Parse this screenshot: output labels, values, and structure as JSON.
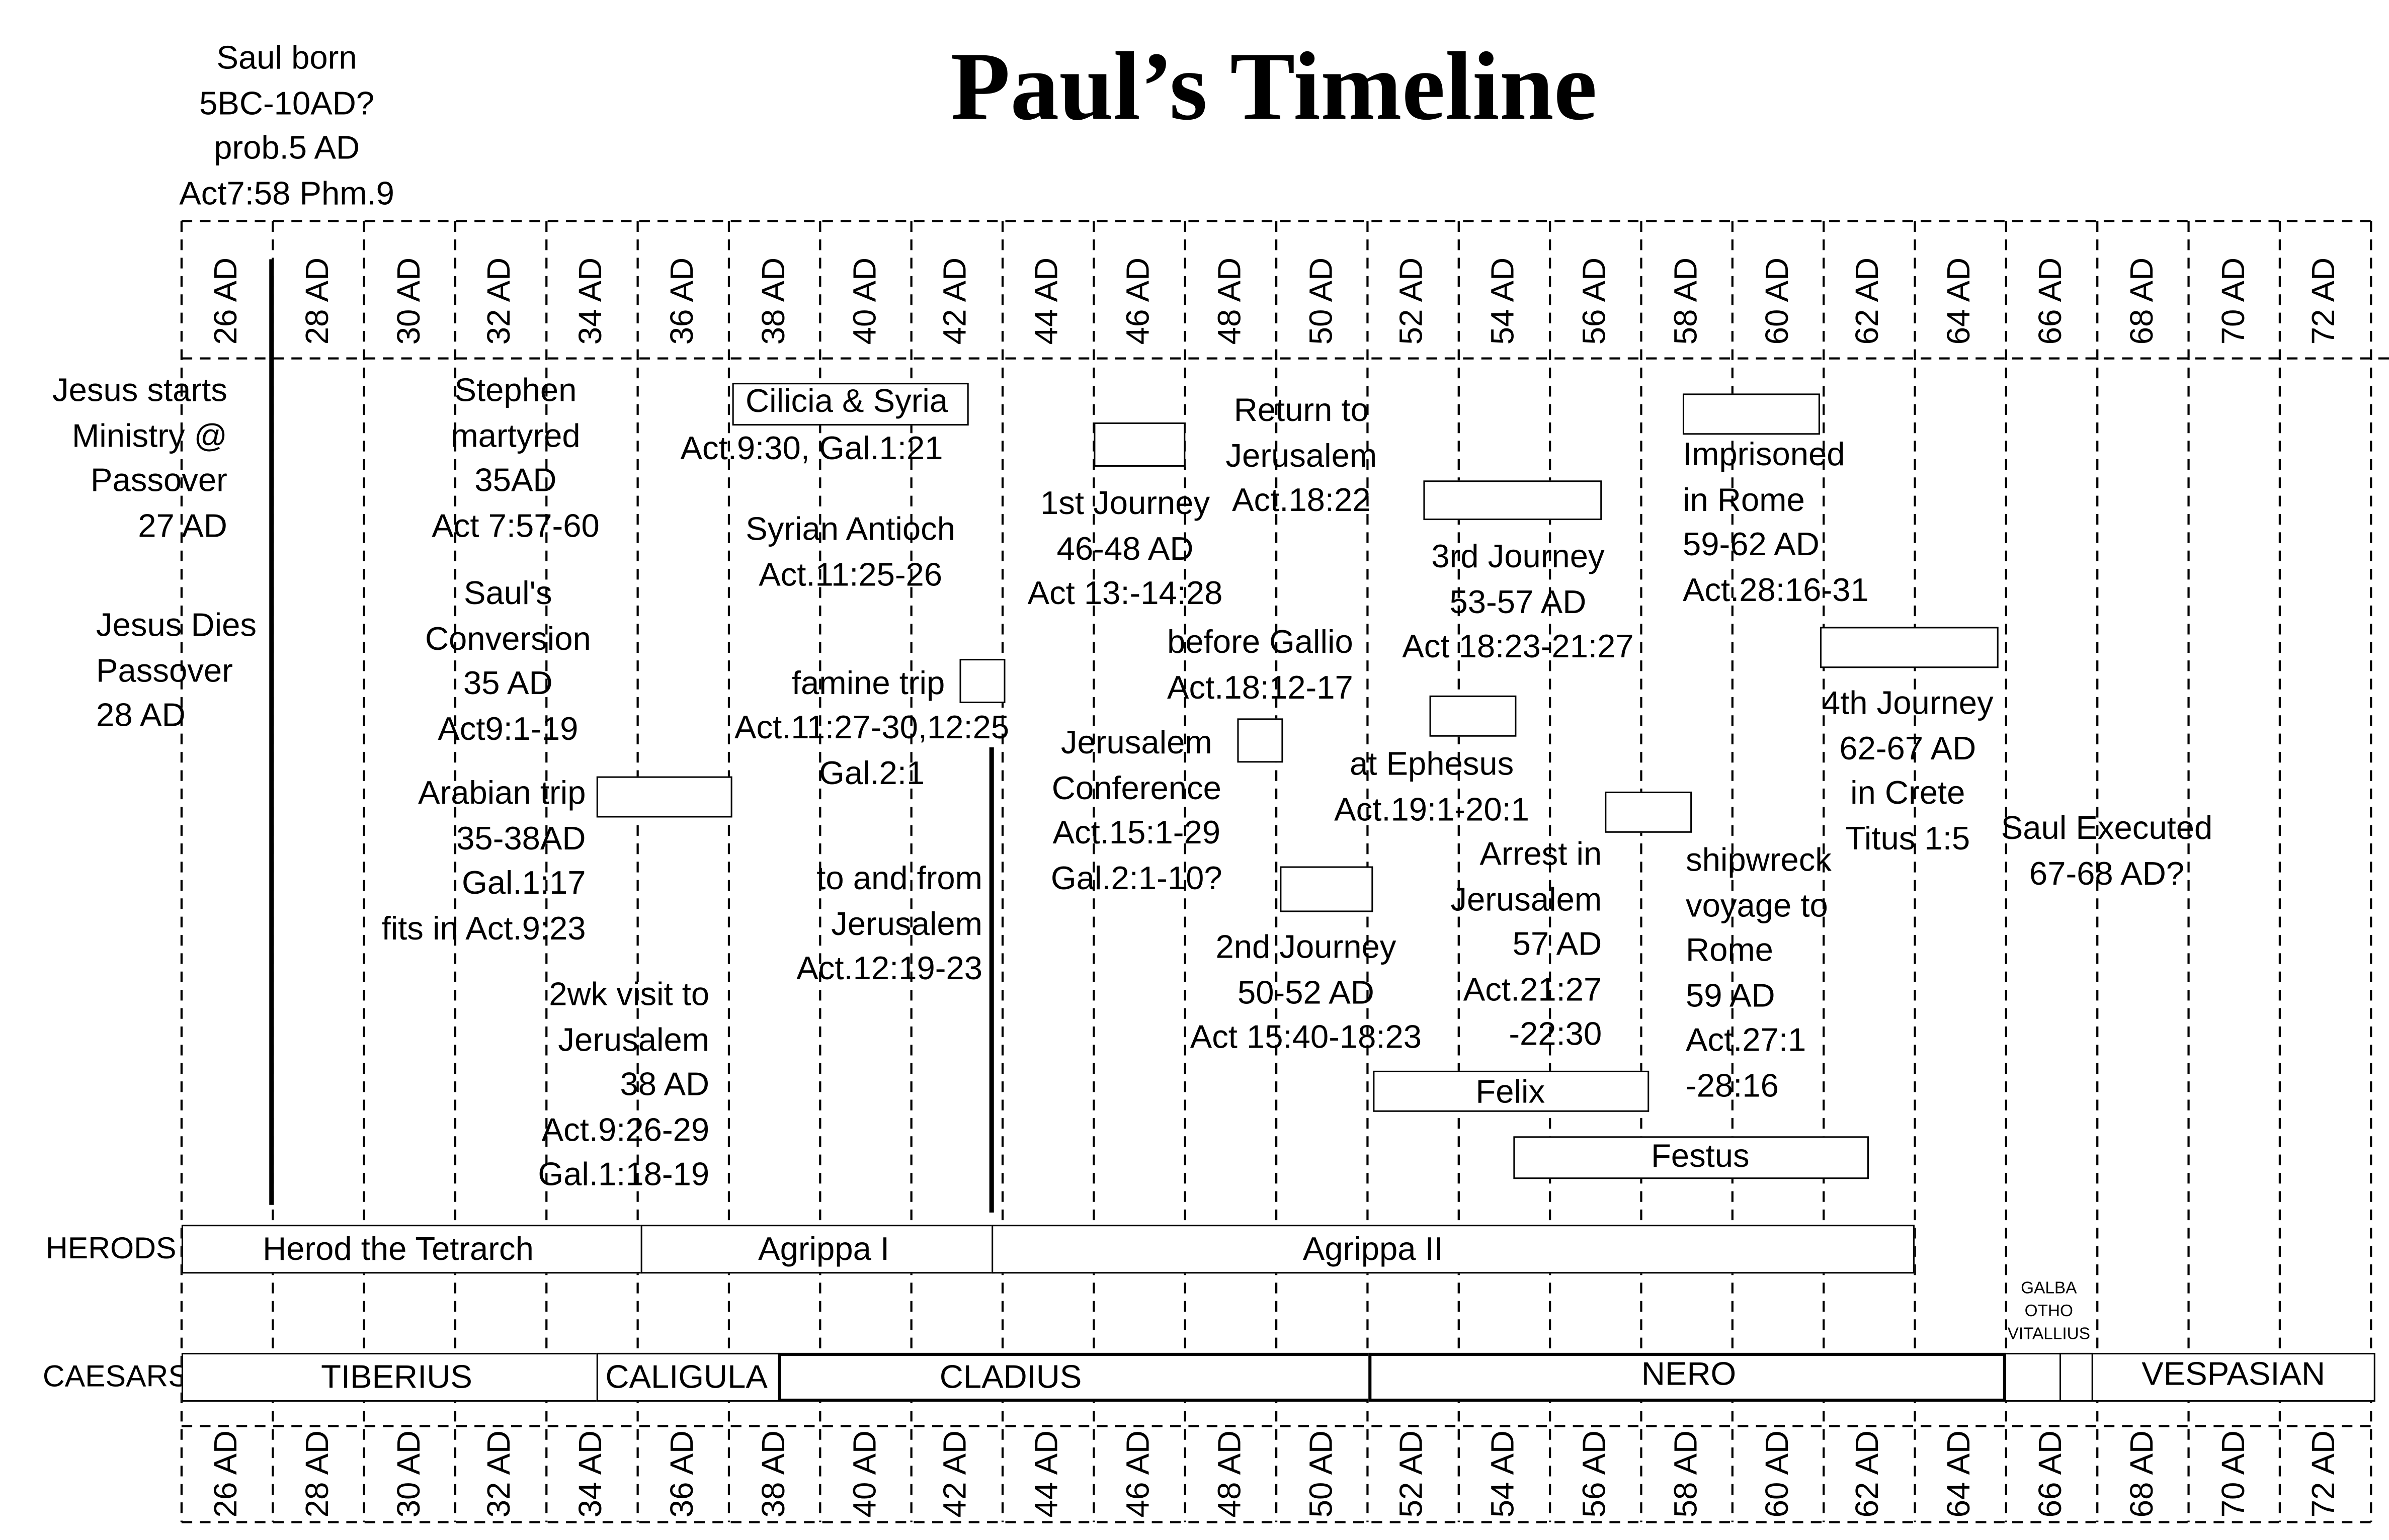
{
  "title": "Paul’s Timeline",
  "years": [
    "26 AD",
    "28 AD",
    "30 AD",
    "32 AD",
    "34 AD",
    "36 AD",
    "38 AD",
    "40 AD",
    "42 AD",
    "44 AD",
    "46 AD",
    "48 AD",
    "50 AD",
    "52 AD",
    "54 AD",
    "56 AD",
    "58 AD",
    "60 AD",
    "62 AD",
    "64 AD",
    "66 AD",
    "68 AD",
    "70 AD",
    "72 AD"
  ],
  "notes": {
    "saul_born": "Saul born\n5BC-10AD?\nprob.5 AD\nAct7:58 Phm.9",
    "jesus_starts": "Jesus starts\nMinistry @\nPassover\n27 AD",
    "jesus_dies": "Jesus Dies\nPassover\n28 AD",
    "stephen": "Stephen\nmartyred\n35AD\nAct 7:57-60",
    "conversion": "Saul's\nConversion\n35 AD\nAct9:1-19",
    "arabian": "Arabian trip\n35-38AD\nGal.1:17\nfits in Act.9:23",
    "two_week": "2wk visit to\nJerusalem\n38 AD\nAct.9:26-29\nGal.1:18-19",
    "cilicia": "Cilicia & Syria",
    "cilicia_ref": "Act.9:30, Gal.1:21",
    "syrian_antioch": "Syrian Antioch\nAct.11:25-26",
    "famine_trip": "famine trip",
    "famine_ref": "Act.11:27-30,12:25\nGal.2:1",
    "to_and_from": "to and from\nJerusalem\nAct.12:19-23",
    "first_journey": "1st Journey\n46-48 AD\nAct 13:-14:28",
    "jerusalem_conf": "Jerusalem\nConference\nAct.15:1-29\nGal.2:1-10?",
    "return_to": "Return to\nJerusalem\nAct.18:22",
    "gallio": "before Gallio\nAct.18:12-17",
    "second_journey": "2nd Journey\n50-52 AD\nAct 15:40-18:23",
    "third_journey": "3rd Journey\n53-57 AD\nAct 18:23-21:27",
    "ephesus": "at Ephesus\nAct.19:1-20:1",
    "arrest": "Arrest in\nJerusalem\n57 AD\nAct.21:27\n-22:30",
    "imprisoned": "Imprisoned\nin Rome\n59-62 AD\nAct.28:16-31",
    "shipwreck": "shipwreck\nvoyage to\nRome\n59 AD\nAct.27:1\n-28:16",
    "fourth_journey": "4th Journey\n62-67 AD\nin Crete\nTitus 1:5",
    "executed": "Saul Executed\n67-68 AD?",
    "felix": "Felix",
    "festus": "Festus"
  },
  "herods": {
    "label": "HERODS",
    "items": [
      "Herod the Tetrarch",
      "Agrippa I",
      "Agrippa II"
    ]
  },
  "caesars": {
    "label": "CAESARS",
    "items": [
      "TIBERIUS",
      "CALIGULA",
      "CLADIUS",
      "NERO",
      "GALBA\nOTHO\nVITALLIUS",
      "VESPASIAN"
    ]
  }
}
